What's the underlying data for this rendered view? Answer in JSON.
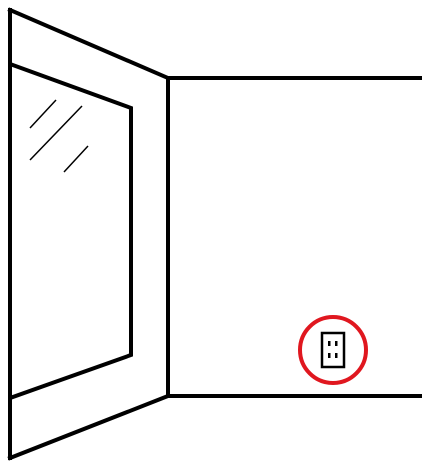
{
  "colors": {
    "line": "#000000",
    "background": "#ffffff",
    "highlight": "#e0171f"
  },
  "scene": {
    "walls": [
      "left-wall",
      "back-wall"
    ],
    "window": {
      "panes": 1,
      "reflection_lines": 3
    },
    "outlet": {
      "receptacles": 2,
      "highlighted": true
    }
  }
}
